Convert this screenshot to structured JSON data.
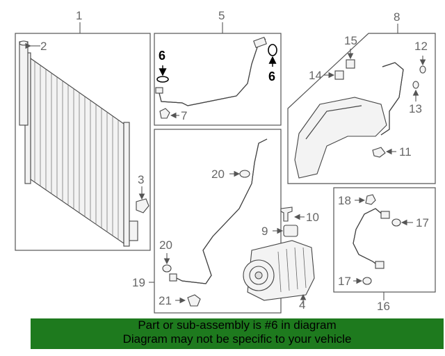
{
  "diagram": {
    "callouts": {
      "c1": "1",
      "c2": "2",
      "c3": "3",
      "c4": "4",
      "c5": "5",
      "c6a": "6",
      "c6b": "6",
      "c7": "7",
      "c8": "8",
      "c9": "9",
      "c10": "10",
      "c11": "11",
      "c12": "12",
      "c13": "13",
      "c14": "14",
      "c15": "15",
      "c16": "16",
      "c17a": "17",
      "c17b": "17",
      "c18": "18",
      "c19": "19",
      "c20a": "20",
      "c20b": "20",
      "c21": "21"
    },
    "highlight_color": "#000000",
    "line_color": "#555555"
  },
  "footer": {
    "line1": "Part or sub-assembly is #6 in diagram",
    "line2": "Diagram may not be specific to your vehicle",
    "background": "#1e7a1e"
  }
}
